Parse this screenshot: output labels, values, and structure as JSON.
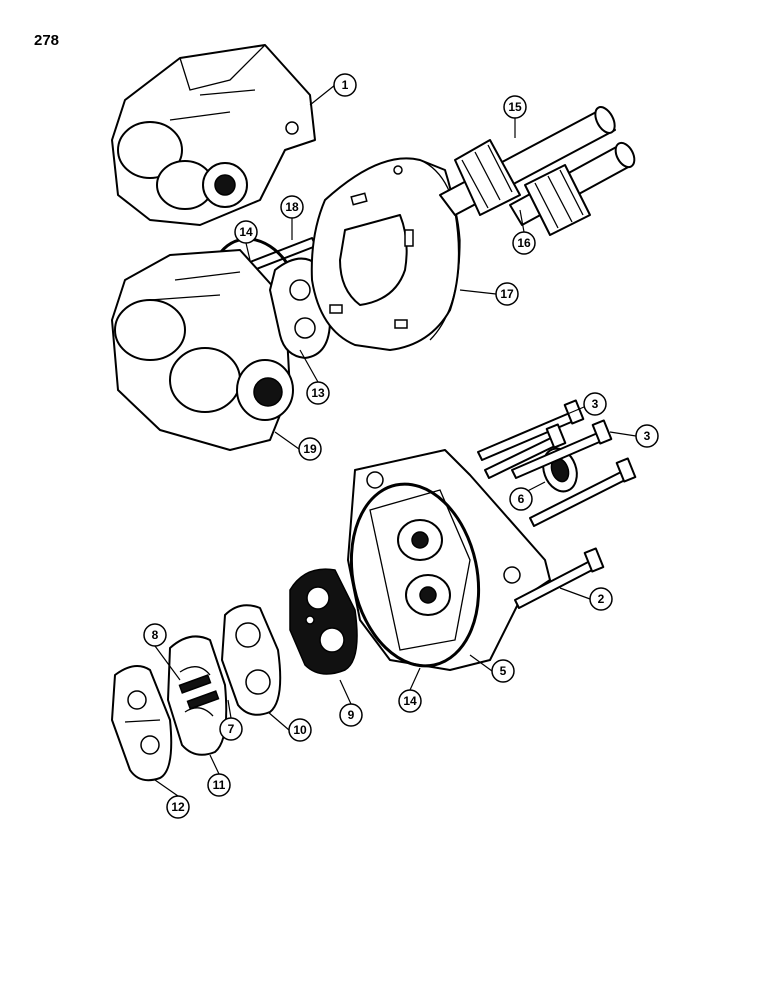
{
  "page_number": "278",
  "callouts": [
    {
      "id": "c1",
      "label": "1"
    },
    {
      "id": "c15",
      "label": "15"
    },
    {
      "id": "c18",
      "label": "18"
    },
    {
      "id": "c14a",
      "label": "14"
    },
    {
      "id": "c16",
      "label": "16"
    },
    {
      "id": "c17",
      "label": "17"
    },
    {
      "id": "c13",
      "label": "13"
    },
    {
      "id": "c19",
      "label": "19"
    },
    {
      "id": "c3a",
      "label": "3"
    },
    {
      "id": "c3b",
      "label": "3"
    },
    {
      "id": "c6",
      "label": "6"
    },
    {
      "id": "c2",
      "label": "2"
    },
    {
      "id": "c5",
      "label": "5"
    },
    {
      "id": "c14b",
      "label": "14"
    },
    {
      "id": "c9",
      "label": "9"
    },
    {
      "id": "c8",
      "label": "8"
    },
    {
      "id": "c7",
      "label": "7"
    },
    {
      "id": "c10",
      "label": "10"
    },
    {
      "id": "c11",
      "label": "11"
    },
    {
      "id": "c12",
      "label": "12"
    }
  ]
}
